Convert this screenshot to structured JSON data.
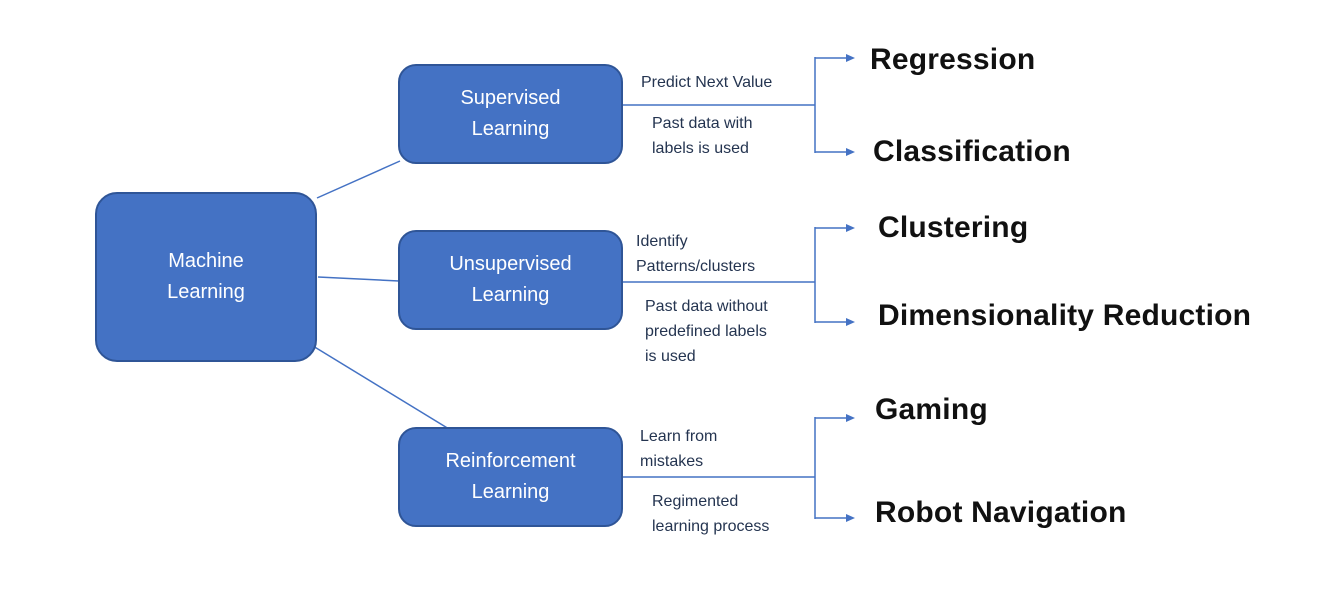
{
  "colors": {
    "box_fill": "#4472C4",
    "box_border": "#2F5597",
    "connector_line": "#4472C4",
    "note_text": "#243450",
    "outcome_text": "#111111",
    "box_text": "#FFFFFF"
  },
  "root_box": {
    "label": "Machine\nLearning"
  },
  "branches": [
    {
      "box_label": "Supervised\nLearning",
      "top_note": "Predict Next Value",
      "bottom_note": "Past data with\nlabels is used",
      "outcomes": [
        "Regression",
        "Classification"
      ]
    },
    {
      "box_label": "Unsupervised\nLearning",
      "top_note": "Identify\nPatterns/clusters",
      "bottom_note": "Past data without\npredefined labels\nis used",
      "outcomes": [
        "Clustering",
        "Dimensionality Reduction"
      ]
    },
    {
      "box_label": "Reinforcement\nLearning",
      "top_note": "Learn from\nmistakes",
      "bottom_note": "Regimented\nlearning process",
      "outcomes": [
        "Gaming",
        "Robot Navigation"
      ]
    }
  ]
}
